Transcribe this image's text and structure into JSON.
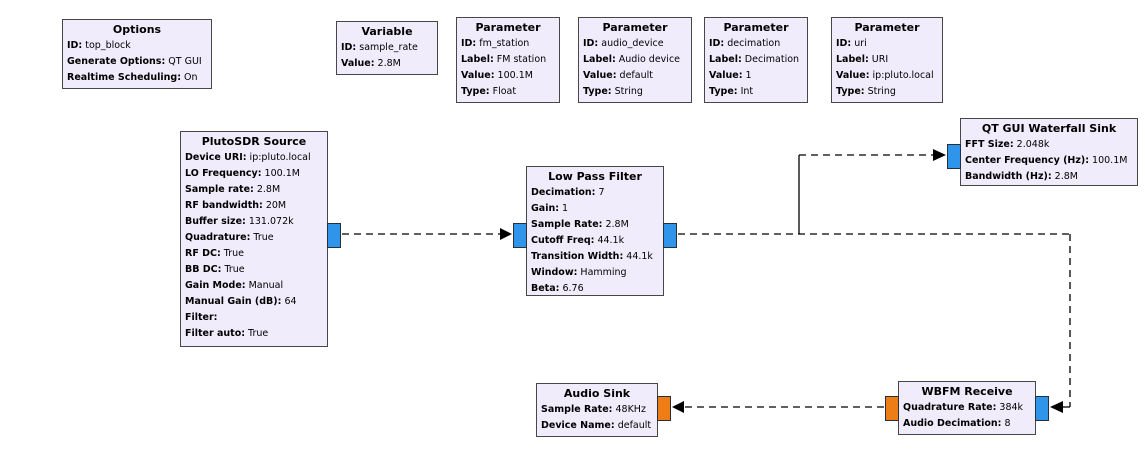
{
  "app": {
    "description": "GNU Radio Companion flowgraph canvas"
  },
  "palette": {
    "canvas_bg": "#ffffff",
    "block_fill": "#f0ecfb",
    "block_border": "#474747",
    "port_complex": "#2e95ea",
    "port_float": "#ef7d16",
    "wire_color": "#000000"
  },
  "blocks": {
    "options": {
      "title": "Options",
      "params": [
        {
          "label": "ID",
          "value": "top_block"
        },
        {
          "label": "Generate Options",
          "value": "QT GUI"
        },
        {
          "label": "Realtime Scheduling",
          "value": "On"
        }
      ]
    },
    "variable": {
      "title": "Variable",
      "params": [
        {
          "label": "ID",
          "value": "sample_rate"
        },
        {
          "label": "Value",
          "value": "2.8M"
        }
      ]
    },
    "param_fm_station": {
      "title": "Parameter",
      "params": [
        {
          "label": "ID",
          "value": "fm_station"
        },
        {
          "label": "Label",
          "value": "FM station"
        },
        {
          "label": "Value",
          "value": "100.1M"
        },
        {
          "label": "Type",
          "value": "Float"
        }
      ]
    },
    "param_audio_device": {
      "title": "Parameter",
      "params": [
        {
          "label": "ID",
          "value": "audio_device"
        },
        {
          "label": "Label",
          "value": "Audio device"
        },
        {
          "label": "Value",
          "value": "default"
        },
        {
          "label": "Type",
          "value": "String"
        }
      ]
    },
    "param_decimation": {
      "title": "Parameter",
      "params": [
        {
          "label": "ID",
          "value": "decimation"
        },
        {
          "label": "Label",
          "value": "Decimation"
        },
        {
          "label": "Value",
          "value": "1"
        },
        {
          "label": "Type",
          "value": "Int"
        }
      ]
    },
    "param_uri": {
      "title": "Parameter",
      "params": [
        {
          "label": "ID",
          "value": "uri"
        },
        {
          "label": "Label",
          "value": "URI"
        },
        {
          "label": "Value",
          "value": "ip:pluto.local"
        },
        {
          "label": "Type",
          "value": "String"
        }
      ]
    },
    "plutosdr_source": {
      "title": "PlutoSDR Source",
      "params": [
        {
          "label": "Device URI",
          "value": "ip:pluto.local"
        },
        {
          "label": "LO Frequency",
          "value": "100.1M"
        },
        {
          "label": "Sample rate",
          "value": "2.8M"
        },
        {
          "label": "RF bandwidth",
          "value": "20M"
        },
        {
          "label": "Buffer size",
          "value": "131.072k"
        },
        {
          "label": "Quadrature",
          "value": "True"
        },
        {
          "label": "RF DC",
          "value": "True"
        },
        {
          "label": "BB DC",
          "value": "True"
        },
        {
          "label": "Gain Mode",
          "value": "Manual"
        },
        {
          "label": "Manual Gain (dB)",
          "value": "64"
        },
        {
          "label": "Filter",
          "value": ""
        },
        {
          "label": "Filter auto",
          "value": "True"
        }
      ]
    },
    "low_pass_filter": {
      "title": "Low Pass Filter",
      "params": [
        {
          "label": "Decimation",
          "value": "7"
        },
        {
          "label": "Gain",
          "value": "1"
        },
        {
          "label": "Sample Rate",
          "value": "2.8M"
        },
        {
          "label": "Cutoff Freq",
          "value": "44.1k"
        },
        {
          "label": "Transition Width",
          "value": "44.1k"
        },
        {
          "label": "Window",
          "value": "Hamming"
        },
        {
          "label": "Beta",
          "value": "6.76"
        }
      ]
    },
    "waterfall_sink": {
      "title": "QT GUI Waterfall Sink",
      "params": [
        {
          "label": "FFT Size",
          "value": "2.048k"
        },
        {
          "label": "Center Frequency (Hz)",
          "value": "100.1M"
        },
        {
          "label": "Bandwidth (Hz)",
          "value": "2.8M"
        }
      ]
    },
    "audio_sink": {
      "title": "Audio Sink",
      "params": [
        {
          "label": "Sample Rate",
          "value": "48KHz"
        },
        {
          "label": "Device Name",
          "value": "default"
        }
      ]
    },
    "wbfm_receive": {
      "title": "WBFM Receive",
      "params": [
        {
          "label": "Quadrature Rate",
          "value": "384k"
        },
        {
          "label": "Audio Decimation",
          "value": "8"
        }
      ]
    }
  },
  "connections": [
    {
      "from": "PlutoSDR Source (out)",
      "to": "Low Pass Filter (in)",
      "style": "dashed"
    },
    {
      "from": "Low Pass Filter (out)",
      "to": "QT GUI Waterfall Sink (in)",
      "style": "dashed"
    },
    {
      "from": "Low Pass Filter (out)",
      "to": "WBFM Receive (in)",
      "style": "dashed"
    },
    {
      "from": "WBFM Receive (out)",
      "to": "Audio Sink (in)",
      "style": "dashed"
    }
  ]
}
